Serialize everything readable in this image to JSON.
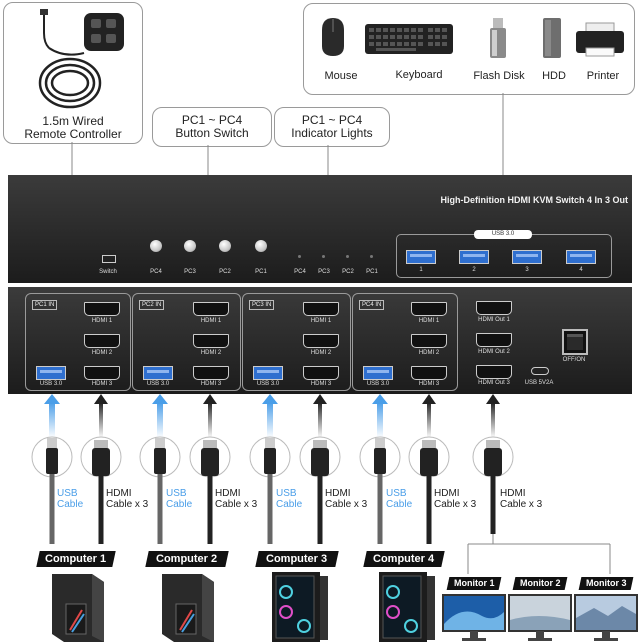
{
  "callouts": {
    "remote": {
      "line1": "1.5m Wired",
      "line2": "Remote Controller"
    },
    "buttons": {
      "line1": "PC1 ~ PC4",
      "line2": "Button Switch"
    },
    "lights": {
      "line1": "PC1 ~ PC4",
      "line2": "Indicator Lights"
    }
  },
  "peripherals": [
    "Mouse",
    "Keyboard",
    "Flash Disk",
    "HDD",
    "Printer"
  ],
  "front_panel": {
    "title": "High-Definition HDMI KVM Switch 4 In 3 Out",
    "switch_label": "Switch",
    "button_labels": [
      "PC4",
      "PC3",
      "PC2",
      "PC1"
    ],
    "light_labels": [
      "PC4",
      "PC3",
      "PC2",
      "PC1"
    ],
    "usb_hub_label": "USB 3.0",
    "usb_port_labels": [
      "1",
      "2",
      "3",
      "4"
    ]
  },
  "rear_panel": {
    "groups": [
      {
        "tag": "PC1 IN",
        "hdmi": [
          "HDMI 1",
          "HDMI 2",
          "HDMI 3"
        ],
        "usb": "USB 3.0"
      },
      {
        "tag": "PC2 IN",
        "hdmi": [
          "HDMI 1",
          "HDMI 2",
          "HDMI 3"
        ],
        "usb": "USB 3.0"
      },
      {
        "tag": "PC3 IN",
        "hdmi": [
          "HDMI 1",
          "HDMI 2",
          "HDMI 3"
        ],
        "usb": "USB 3.0"
      },
      {
        "tag": "PC4 IN",
        "hdmi": [
          "HDMI 1",
          "HDMI 2",
          "HDMI 3"
        ],
        "usb": "USB 3.0"
      }
    ],
    "outputs": [
      "HDMI Out 1",
      "HDMI Out 2",
      "HDMI Out 3"
    ],
    "power_label": "USB 5V2A",
    "onoff_label": "OFF/ON"
  },
  "cables": {
    "usb": {
      "line1": "USB",
      "line2": "Cable"
    },
    "hdmi": {
      "line1": "HDMI",
      "line2": "Cable x 3"
    }
  },
  "computers": [
    "Computer 1",
    "Computer 2",
    "Computer 3",
    "Computer 4"
  ],
  "monitors": [
    "Monitor 1",
    "Monitor 2",
    "Monitor 3"
  ],
  "colors": {
    "usb_blue": "#4a9ee8",
    "panel": "#262626",
    "port_blue": "#2f6fcf"
  }
}
